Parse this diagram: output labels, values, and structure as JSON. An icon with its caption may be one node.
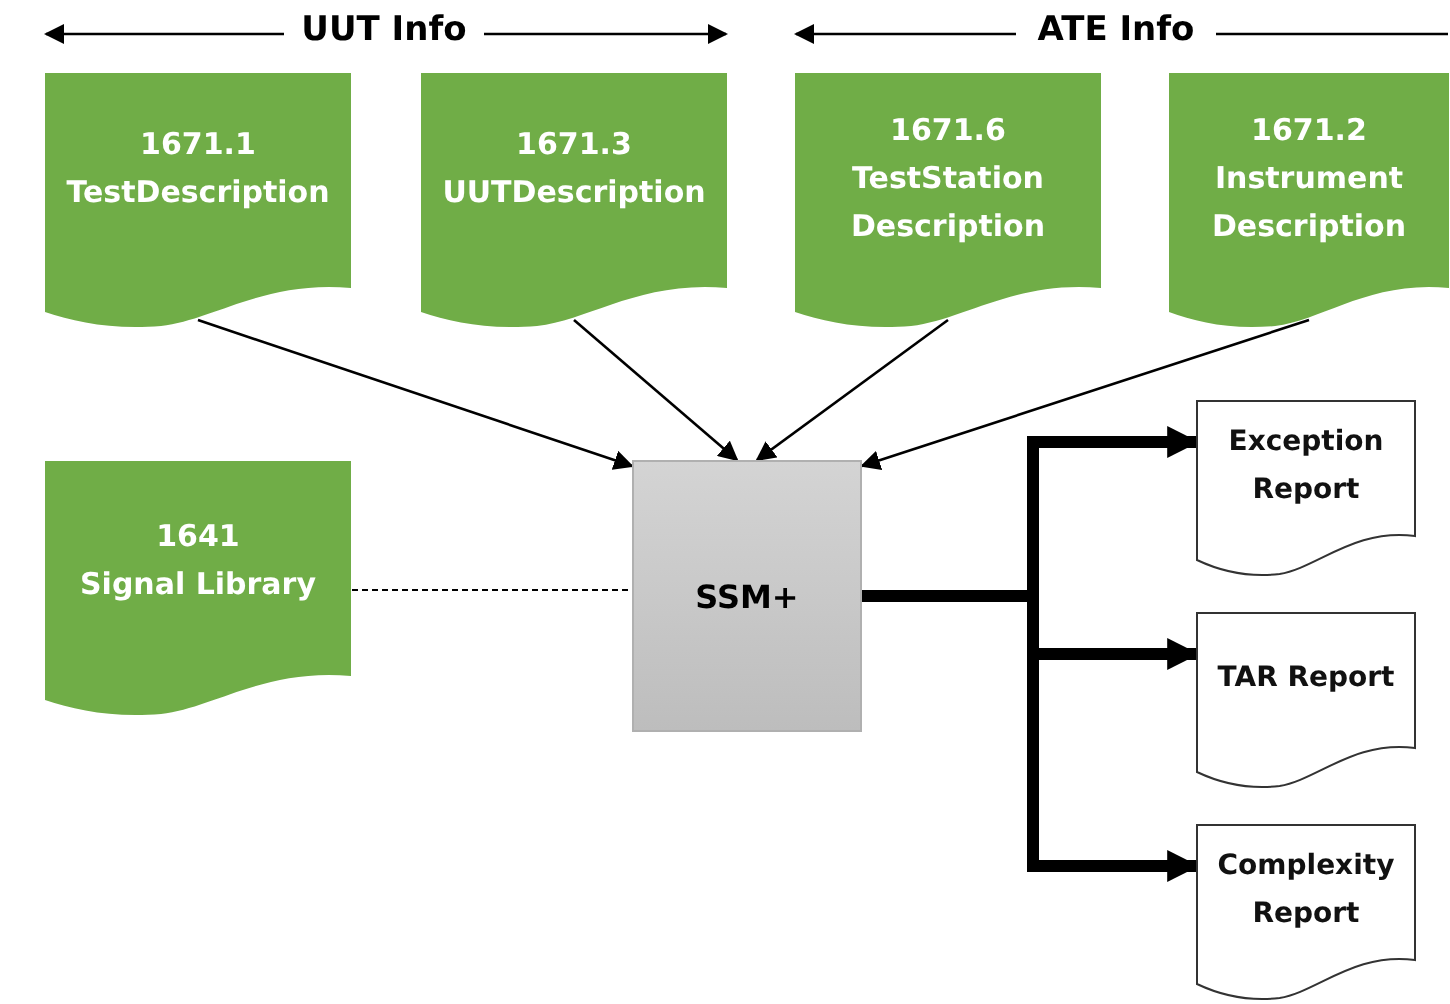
{
  "diagram": {
    "nodes": [
      {
        "text": [
          "1671.1",
          "TestDescription"
        ]
      },
      {
        "text": [
          "1671.3",
          "UUTDescription"
        ]
      },
      {
        "text": [
          "1671.6",
          "TestStation Description"
        ]
      },
      {
        "text": [
          "1671.2",
          "Instrument Description"
        ]
      },
      {
        "text": [
          "1641",
          "Signal Library"
        ]
      },
      {
        "text": [
          "SSM+"
        ]
      },
      {
        "text": [
          "Exception Report"
        ]
      },
      {
        "text": [
          "TAR Report"
        ]
      },
      {
        "text": [
          "Complexity Report"
        ]
      }
    ],
    "edges": [
      {
        "from": 0,
        "to": 5,
        "arrow": "to"
      },
      {
        "from": 1,
        "to": 5,
        "arrow": "to"
      },
      {
        "from": 2,
        "to": 5,
        "arrow": "to"
      },
      {
        "from": 3,
        "to": 5,
        "arrow": "to"
      },
      {
        "from": 4,
        "to": 5,
        "arrow": "none",
        "style": "dashed"
      },
      {
        "from": 5,
        "to": 6,
        "arrow": "to",
        "style": "thick"
      },
      {
        "from": 5,
        "to": 7,
        "arrow": "to",
        "style": "thick"
      },
      {
        "from": 5,
        "to": 8,
        "arrow": "to",
        "style": "thick"
      }
    ],
    "labels": [
      "UUT Info",
      "ATE Info"
    ]
  }
}
